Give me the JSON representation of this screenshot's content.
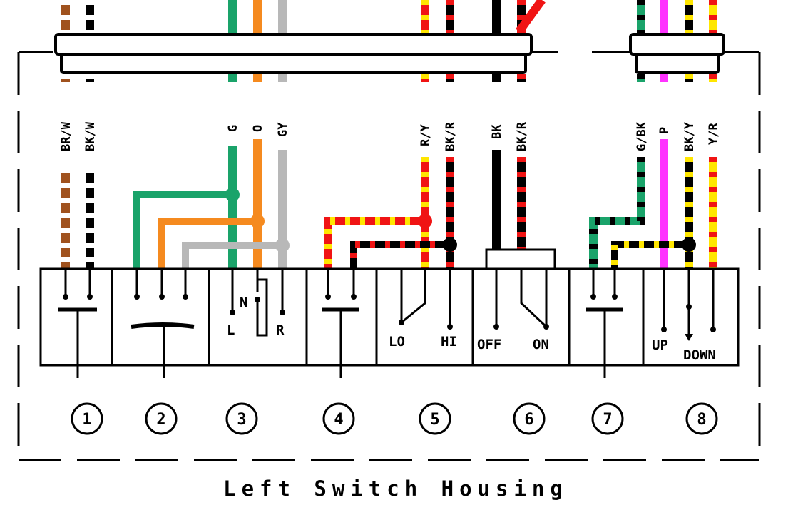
{
  "title": "Left Switch Housing",
  "colors": {
    "BR": "#a0521e",
    "BK": "#000000",
    "W": "#ffffff",
    "G": "#1aa36a",
    "O": "#f58a1f",
    "GY": "#b8b8b8",
    "R": "#f01414",
    "Y": "#ffe600",
    "P": "#ff33ff"
  },
  "wire_labels": [
    "BR/W",
    "BK/W",
    "G",
    "O",
    "GY",
    "R/Y",
    "BK/R",
    "BK",
    "BK/R",
    "G/BK",
    "P",
    "BK/Y",
    "Y/R"
  ],
  "switch_labels": {
    "l": "L",
    "n": "N",
    "r": "R",
    "lo": "LO",
    "hi": "HI",
    "off": "OFF",
    "on": "ON",
    "up": "UP",
    "down": "DOWN"
  },
  "switch_numbers": [
    "1",
    "2",
    "3",
    "4",
    "5",
    "6",
    "7",
    "8"
  ]
}
